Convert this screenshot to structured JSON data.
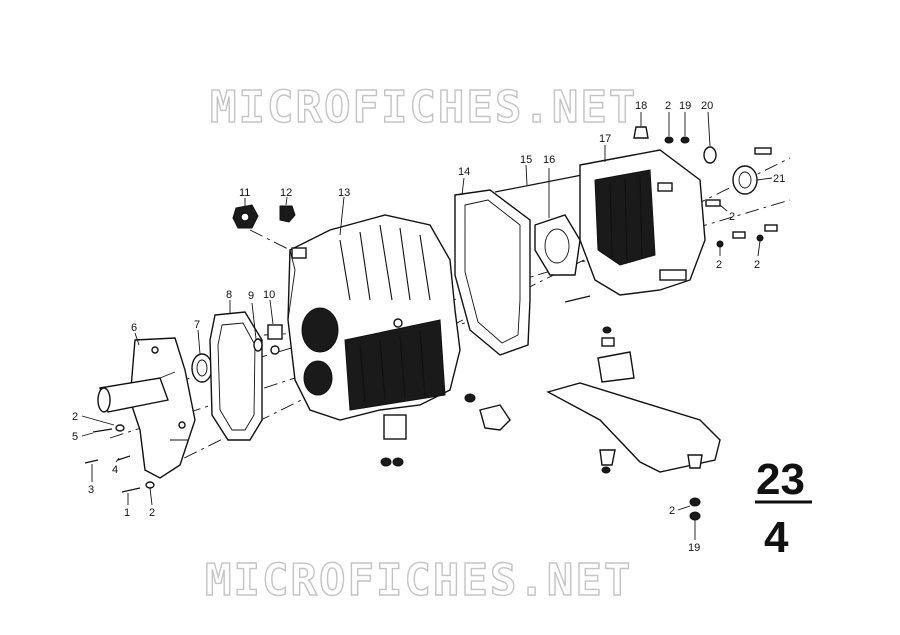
{
  "watermark": {
    "top": "MICROFICHES.NET",
    "bottom": "MICROFICHES.NET"
  },
  "reference": {
    "group": "23",
    "sheet": "4"
  },
  "callouts": {
    "c1": "1",
    "c2a": "2",
    "c2b": "2",
    "c2c": "2",
    "c2d": "2",
    "c2e": "2",
    "c2f": "2",
    "c2g": "2",
    "c3": "3",
    "c4": "4",
    "c5": "5",
    "c6": "6",
    "c7": "7",
    "c8": "8",
    "c9": "9",
    "c10": "10",
    "c11": "11",
    "c12": "12",
    "c13": "13",
    "c14": "14",
    "c15": "15",
    "c16": "16",
    "c17": "17",
    "c18": "18",
    "c19a": "19",
    "c19b": "19",
    "c20": "20",
    "c21": "21"
  }
}
